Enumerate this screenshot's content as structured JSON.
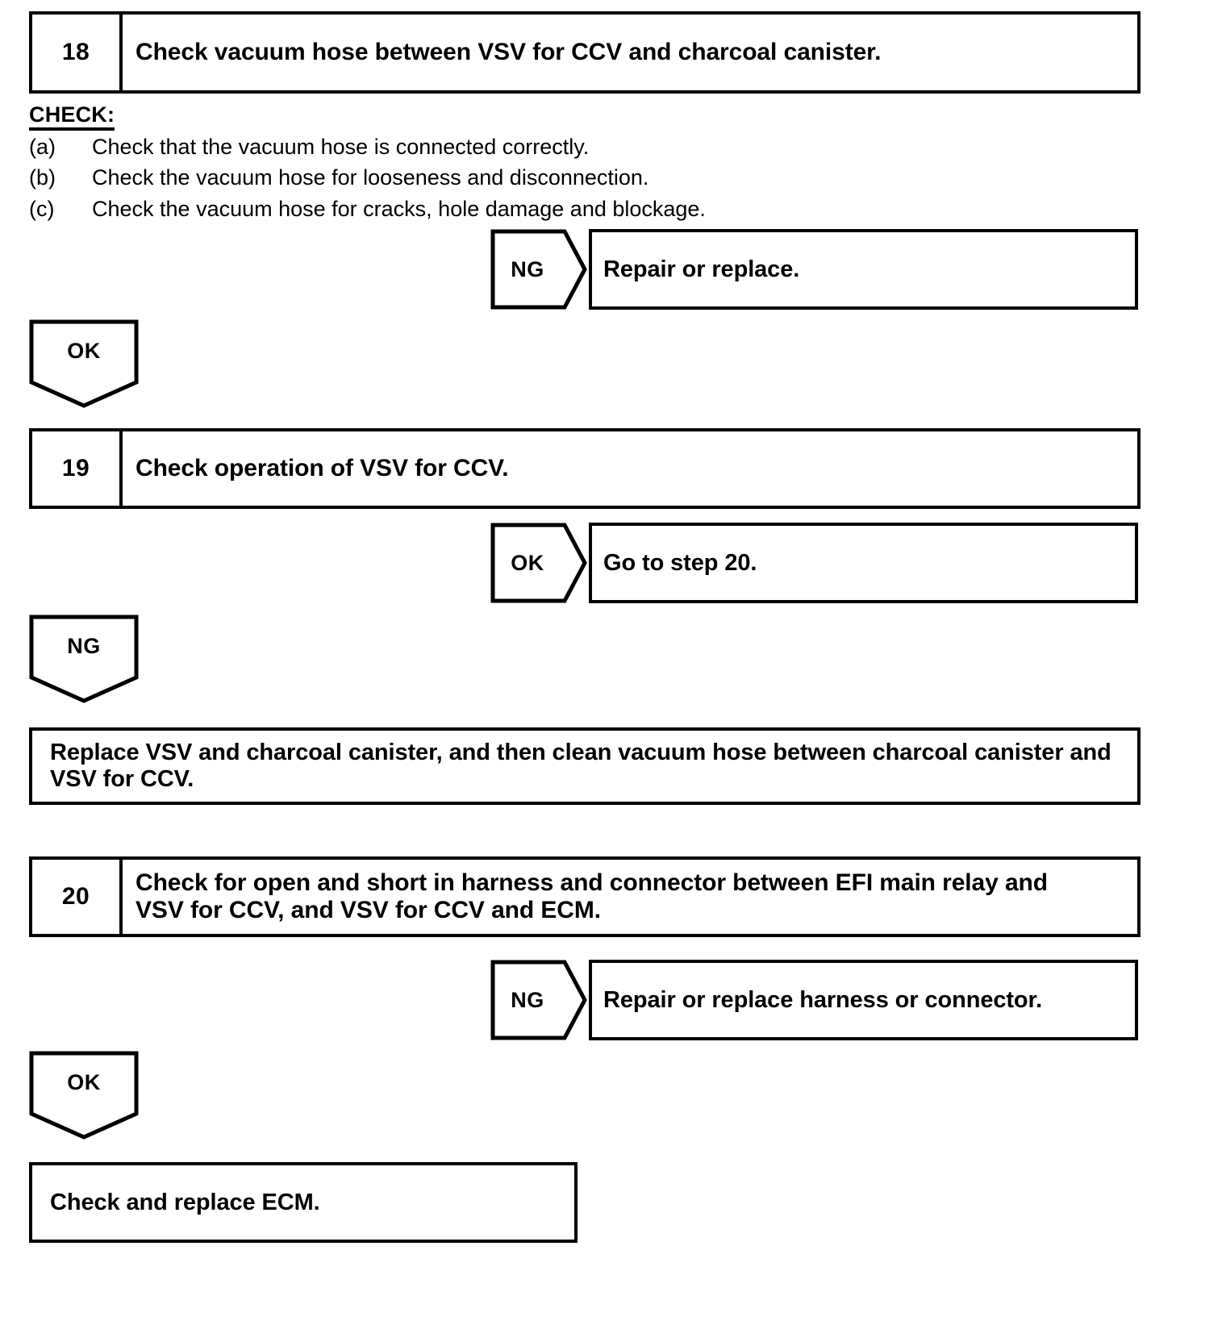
{
  "document": {
    "type": "diagnostic-flowchart",
    "title": "Vacuum hose / VSV for CCV diagnostic troubleshooting chart"
  },
  "step18": {
    "number": "18",
    "title": "Check vacuum hose between VSV for CCV and charcoal canister.",
    "check_heading": "CHECK:",
    "items": [
      {
        "marker": "(a)",
        "text": "Check that the vacuum hose is connected correctly."
      },
      {
        "marker": "(b)",
        "text": "Check the vacuum hose for looseness and disconnection."
      },
      {
        "marker": "(c)",
        "text": "Check the vacuum hose for cracks, hole damage and blockage."
      }
    ],
    "ng_label": "NG",
    "ng_result": "Repair or replace.",
    "ok_label": "OK"
  },
  "step19": {
    "number": "19",
    "title": "Check operation of VSV for CCV.",
    "ok_label": "OK",
    "ok_result": "Go to step 20.",
    "ng_label": "NG",
    "ng_result_line1": "Replace VSV and charcoal canister, and then clean vacuum hose between charcoal canister and",
    "ng_result_line2": "VSV for CCV."
  },
  "step20": {
    "number": "20",
    "title_line1": "Check for open and short in harness and connector between EFI main relay and",
    "title_line2": "VSV for CCV, and VSV for CCV and ECM.",
    "ng_label": "NG",
    "ng_result": "Repair or replace harness or connector.",
    "ok_label": "OK",
    "final_result": "Check and replace ECM."
  },
  "colors": {
    "ink": "#000000",
    "paper": "#ffffff"
  }
}
